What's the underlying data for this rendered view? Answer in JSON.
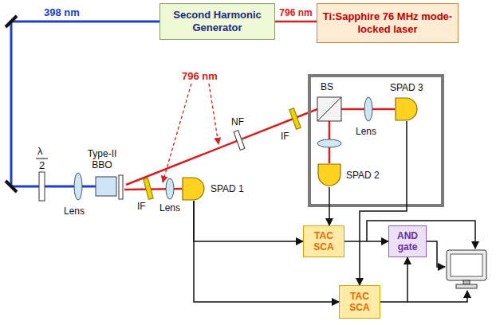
{
  "diagram": {
    "nodes": [
      {
        "text": [
          "Second Harmonic Generator"
        ]
      },
      {
        "text": [
          "Ti:Sapphire 76 MHz mode-locked laser"
        ]
      },
      {
        "text": [
          "SPAD 3"
        ]
      },
      {
        "text": [
          "SPAD 2"
        ]
      },
      {
        "text": [
          "SPAD 1"
        ]
      },
      {
        "text": [
          "TAC SCA"
        ]
      },
      {
        "text": [
          "AND gate"
        ]
      },
      {
        "text": [
          "TAC SCA"
        ]
      }
    ],
    "edges": [
      {
        "from": 1,
        "to": 0,
        "arrow": "none",
        "label": "796 nm"
      },
      {
        "from": 4,
        "to": 5,
        "arrow": "to"
      },
      {
        "from": 4,
        "to": 7,
        "arrow": "to"
      },
      {
        "from": 3,
        "to": 5,
        "arrow": "to"
      },
      {
        "from": 2,
        "to": 7,
        "arrow": "to"
      },
      {
        "from": 5,
        "to": 6,
        "arrow": "to"
      },
      {
        "from": 7,
        "to": 6,
        "arrow": "to"
      }
    ],
    "labels": [
      "398 nm",
      "λ",
      "2",
      "Lens",
      "Type-II BBO",
      "796 nm",
      "NF",
      "IF",
      "BS",
      "Lens",
      "IF",
      "Lens"
    ]
  }
}
